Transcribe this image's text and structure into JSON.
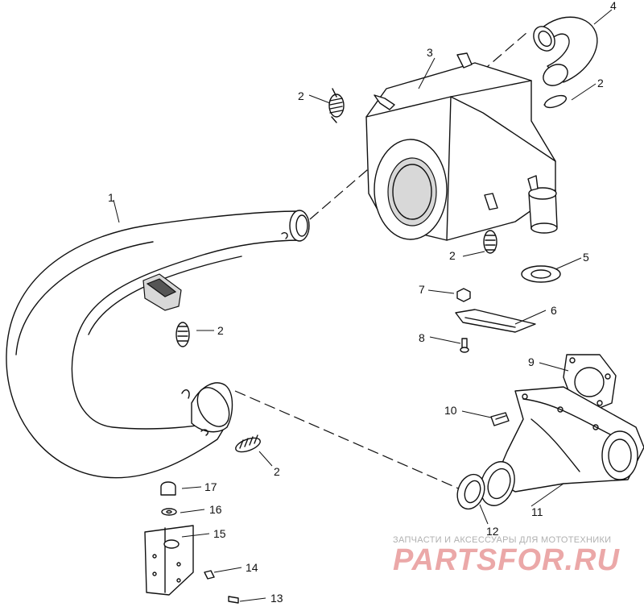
{
  "callouts": {
    "c1": "1",
    "c2a": "2",
    "c2b": "2",
    "c2c": "2",
    "c2d": "2",
    "c2e": "2",
    "c3": "3",
    "c4": "4",
    "c5": "5",
    "c6": "6",
    "c7": "7",
    "c8": "8",
    "c9": "9",
    "c10": "10",
    "c11": "11",
    "c12": "12",
    "c13": "13",
    "c14": "14",
    "c15": "15",
    "c16": "16",
    "c17": "17"
  },
  "watermark": {
    "tagline": "ЗАПЧАСТИ И АКСЕССУАРЫ ДЛЯ МОТОТЕХНИКИ",
    "logo": "PARTSFOR.RU"
  },
  "colors": {
    "line": "#111111",
    "watermark": "#e89a9a",
    "background": "#ffffff"
  }
}
